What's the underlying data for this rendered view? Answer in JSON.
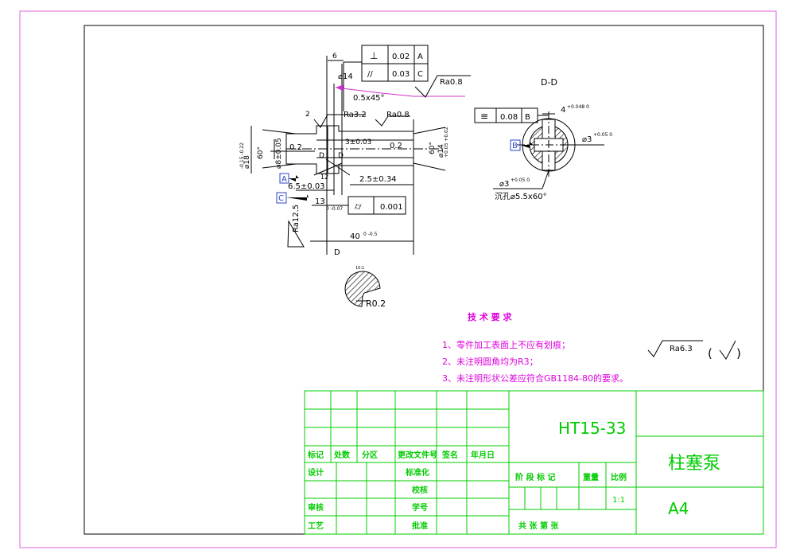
{
  "drawing": {
    "gdt": {
      "perp_symbol": "⊥",
      "perp_value": "0.02",
      "perp_datum": "A",
      "par_symbol": "//",
      "par_value": "0.03",
      "par_datum": "C",
      "sym_symbol": "≡",
      "sym_value": "0.08",
      "sym_datum": "B",
      "cyl_value": "0.001"
    },
    "datums": {
      "a": "A",
      "b": "B",
      "c": "C"
    },
    "roughness": {
      "main": "Ra0.8",
      "left": "Ra3.2",
      "right": "Ra0.8",
      "vertical": "Ra12.5",
      "general": "Ra6.3",
      "paren_open": "(",
      "paren_close": ")"
    },
    "dims": {
      "d6": "6",
      "d14": "⌀14",
      "chamfer": "0.5x45°",
      "d2": "2",
      "phi18": "⌀18",
      "phi18_tol": "-0.15 -0.22",
      "ang60_left": "60°",
      "phi8": "⌀8±0.05",
      "d02_left": "0.2",
      "d3": "3±0.03",
      "d02_right": "0.2",
      "ang60_right": "60°",
      "phi14": "⌀14",
      "phi14_tol": "+0.05 +0.02",
      "d12": "12",
      "d25": "2.5±0.34",
      "d65": "6.5±0.03",
      "d13": "13",
      "d13_tol": "0 -0.07",
      "d40": "40",
      "d40_tol": "0 -0.5",
      "section_mark": "D",
      "section_mark2": "D"
    },
    "section": {
      "title": "D-D",
      "d4": "4",
      "d4_tol": "+0.048 0",
      "phi3_a": "⌀3",
      "phi3_a_tol": "+0.05 0",
      "phi3_b": "⌀3",
      "phi3_b_tol": "+0.05 0",
      "countersink": "沉孔⌀5.5x60°"
    },
    "detail": {
      "scale": "10:1",
      "radius": "R0.2"
    }
  },
  "notes": {
    "heading": "技 术 要 求",
    "items": [
      "1、零件加工表面上不应有划痕；",
      "2、未注明圆角均为R3；",
      "3、未注明形状公差应符合GB1184-80的要求。"
    ]
  },
  "title_block": {
    "drawing_no": "HT15-33",
    "part_name": "柱塞泵",
    "paper": "A4",
    "row_labels": [
      "标记",
      "处数",
      "分区",
      "更改文件号",
      "签名",
      "年月日"
    ],
    "sign_labels": [
      "设计",
      "标准化",
      "审核",
      "工艺",
      "批准"
    ],
    "mid_labels": [
      "校核",
      "学号"
    ],
    "stage_label": "阶 段 标 记",
    "weight_label": "重量",
    "scale_label": "比例",
    "scale_value": "1:1",
    "sheet_label": "共   张  第   张"
  },
  "colors": {
    "frame": "#e060e0",
    "table": "#00cc00",
    "notes": "#dd00dd",
    "lines": "#000000"
  }
}
